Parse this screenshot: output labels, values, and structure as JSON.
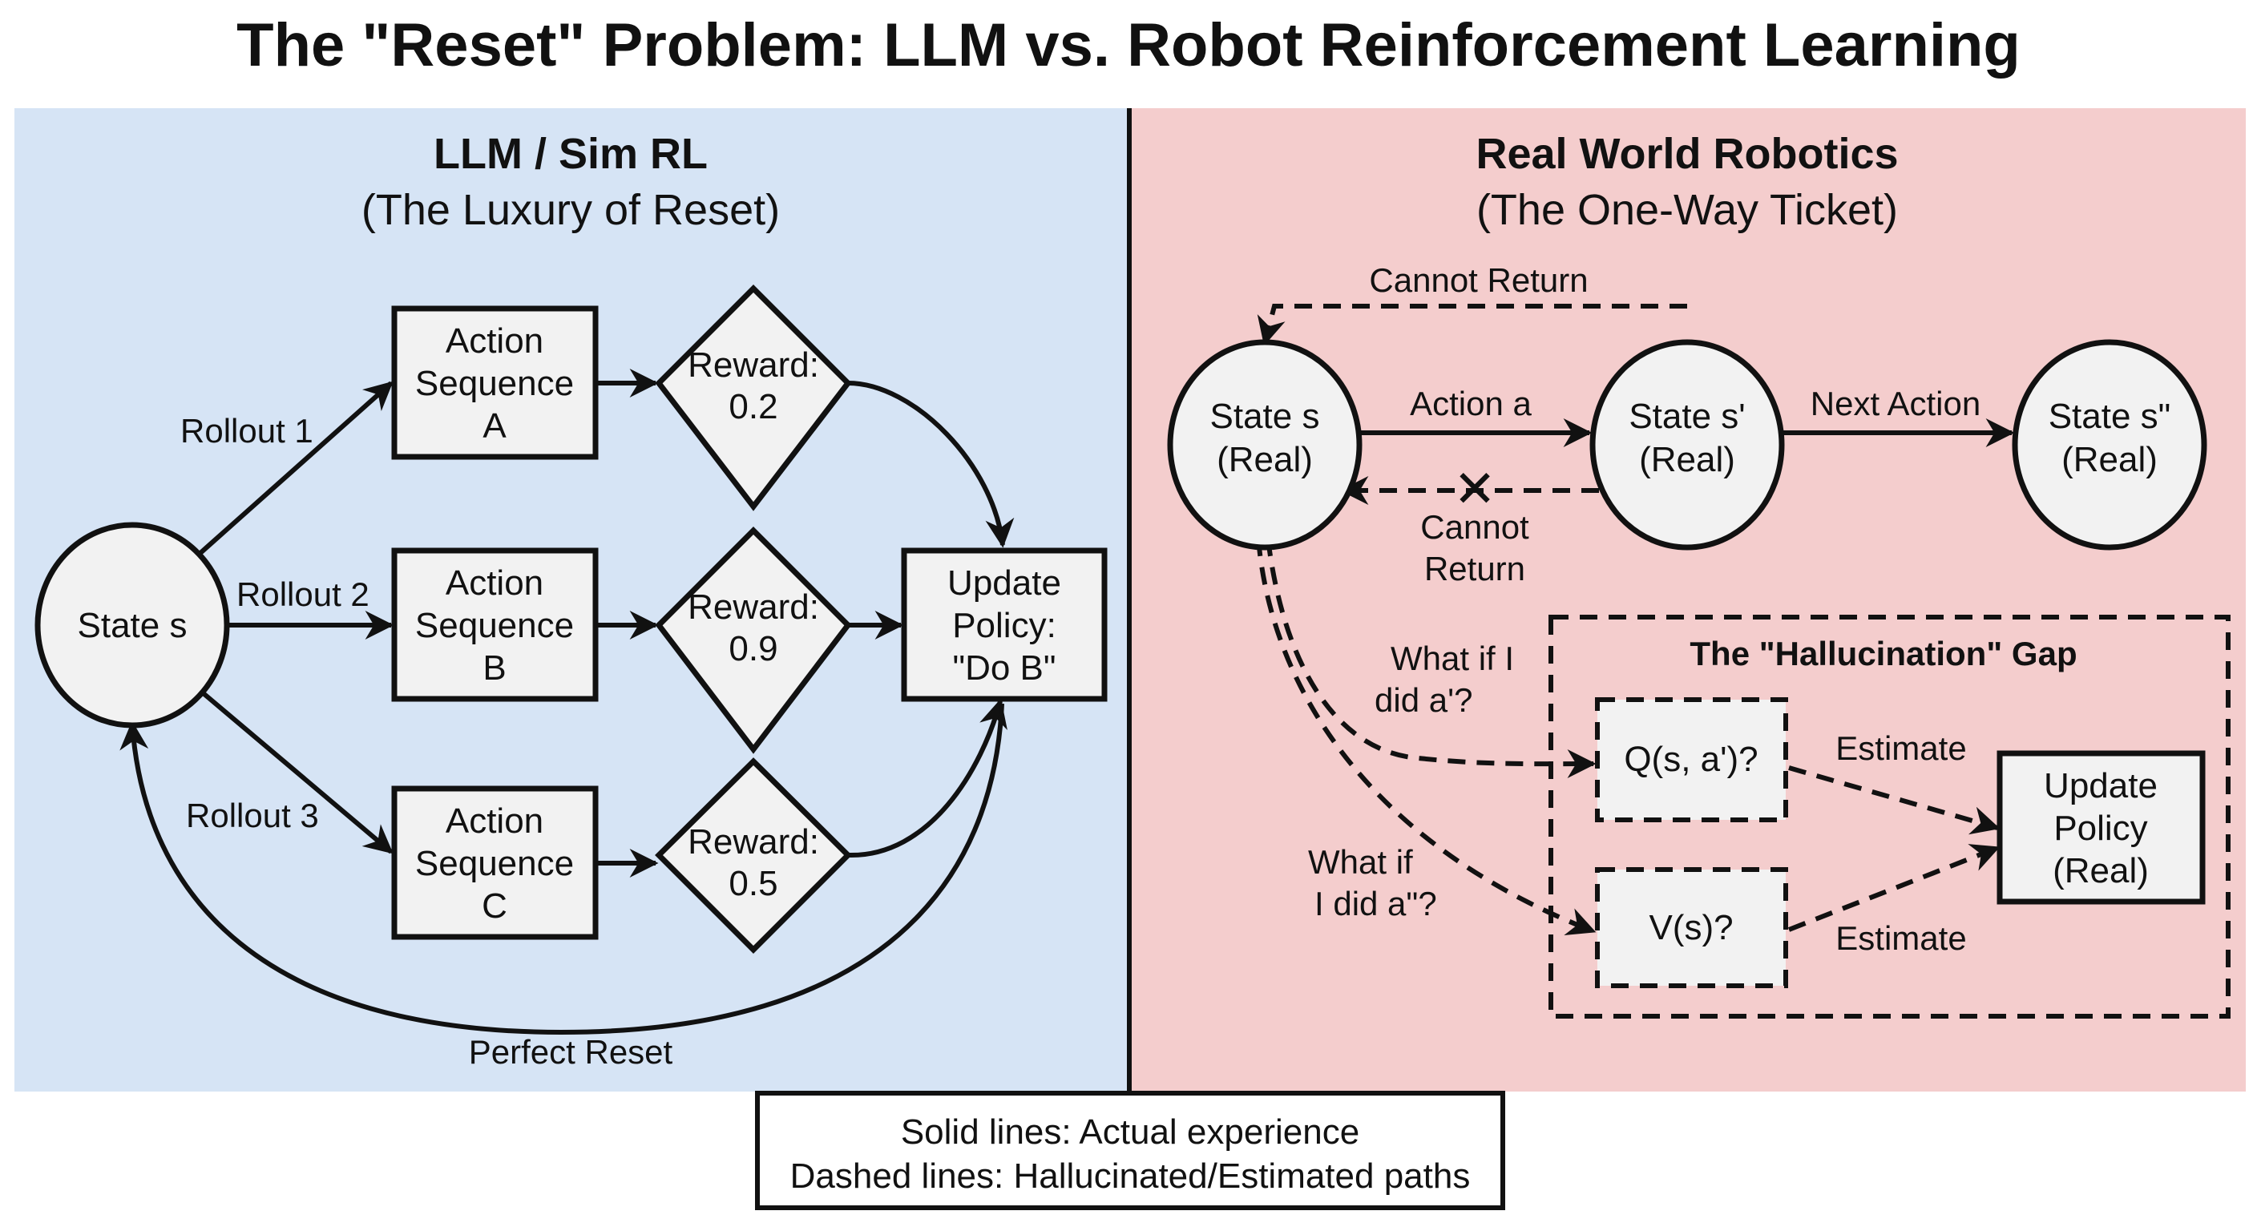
{
  "title": "The \"Reset\" Problem: LLM vs. Robot Reinforcement Learning",
  "colors": {
    "left_panel_bg": "#d6e4f5",
    "right_panel_bg": "#f4cdcd",
    "node_fill": "#f2f2f2",
    "stroke": "#111111"
  },
  "left_panel": {
    "heading": "LLM / Sim RL",
    "subheading": "(The Luxury of Reset)",
    "start_state": "State s",
    "rollouts": [
      {
        "label": "Rollout 1",
        "action_lines": [
          "Action",
          "Sequence",
          "A"
        ],
        "reward_lines": [
          "Reward:",
          "0.2"
        ],
        "reward": 0.2
      },
      {
        "label": "Rollout 2",
        "action_lines": [
          "Action",
          "Sequence",
          "B"
        ],
        "reward_lines": [
          "Reward:",
          "0.9"
        ],
        "reward": 0.9
      },
      {
        "label": "Rollout 3",
        "action_lines": [
          "Action",
          "Sequence",
          "C"
        ],
        "reward_lines": [
          "Reward:",
          "0.5"
        ],
        "reward": 0.5
      }
    ],
    "update_policy_lines": [
      "Update",
      "Policy:",
      "\"Do B\""
    ],
    "reset_label": "Perfect Reset"
  },
  "right_panel": {
    "heading": "Real World Robotics",
    "subheading": "(The One-Way Ticket)",
    "states": [
      {
        "lines": [
          "State s",
          "(Real)"
        ]
      },
      {
        "lines": [
          "State s'",
          "(Real)"
        ]
      },
      {
        "lines": [
          "State s\"",
          "(Real)"
        ]
      }
    ],
    "action_label": "Action a",
    "next_action_label": "Next Action",
    "cannot_return_top": "Cannot Return",
    "cannot_return_lines": [
      "Cannot",
      "Return"
    ],
    "cross_mark": "✕",
    "what_if_1_lines": [
      "What if I",
      "did a'?"
    ],
    "what_if_2_lines": [
      "What if",
      "I did a\"?"
    ],
    "gap_title": "The \"Hallucination\" Gap",
    "q_label": "Q(s, a')?",
    "v_label": "V(s)?",
    "estimate_labels": [
      "Estimate",
      "Estimate"
    ],
    "update_policy_lines": [
      "Update",
      "Policy",
      "(Real)"
    ]
  },
  "legend": {
    "lines": [
      "Solid lines: Actual experience",
      "Dashed lines: Hallucinated/Estimated paths"
    ]
  }
}
